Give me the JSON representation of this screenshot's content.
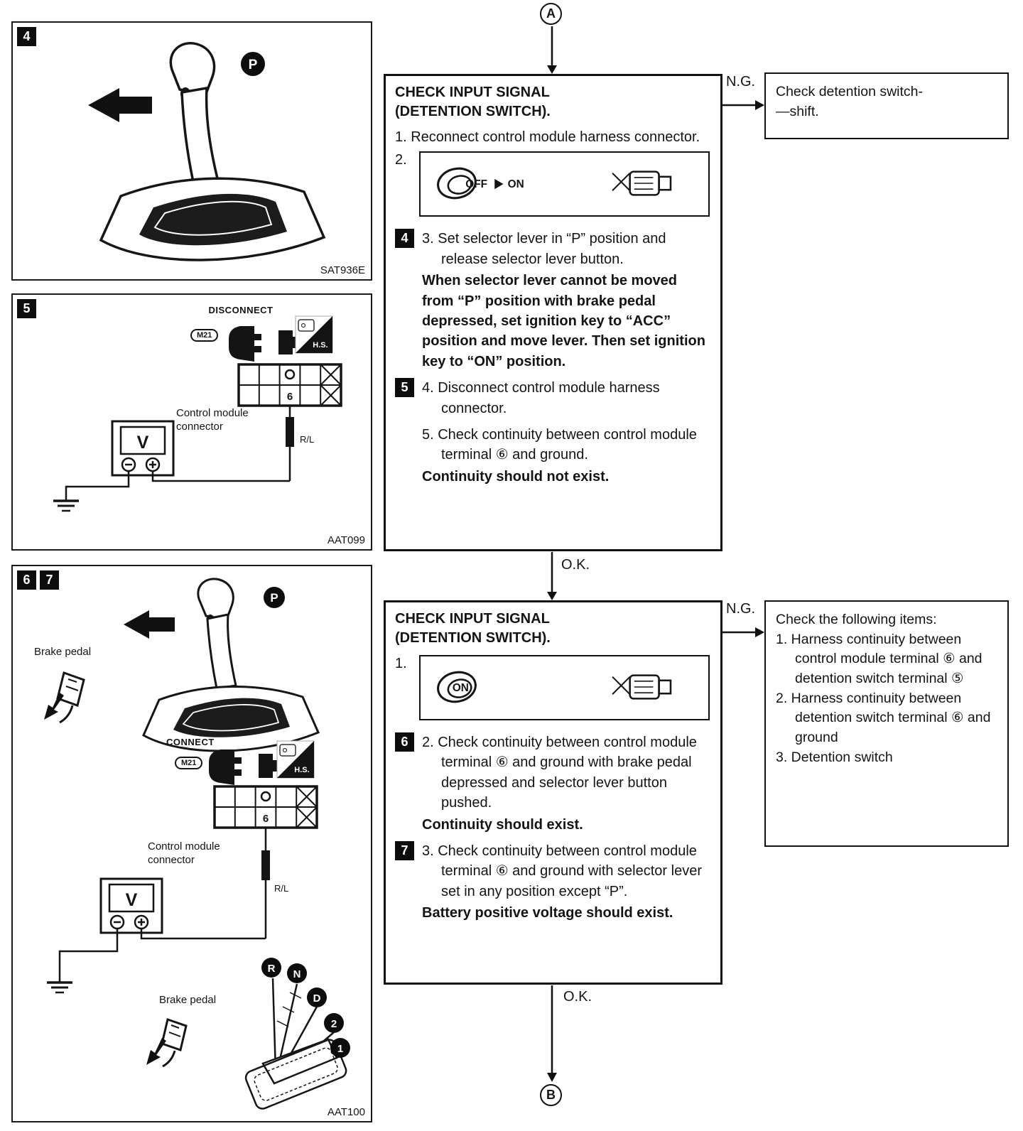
{
  "connectors": {
    "a": "A",
    "b": "B"
  },
  "labels": {
    "ng1": "N.G.",
    "ok1": "O.K.",
    "ng2": "N.G.",
    "ok2": "O.K."
  },
  "fig4": {
    "tag": "4",
    "p_badge": "P",
    "caption": "SAT936E"
  },
  "fig5": {
    "tag": "5",
    "disconnect": "DISCONNECT",
    "m21": "M21",
    "hs": "H.S.",
    "terminal": "6",
    "connector_label_1": "Control module",
    "connector_label_2": "connector",
    "meter": "V",
    "wire": "R/L",
    "caption": "AAT099"
  },
  "fig67": {
    "tag6": "6",
    "tag7": "7",
    "p_badge": "P",
    "brake_pedal_top": "Brake pedal",
    "connect": "CONNECT",
    "m21": "M21",
    "hs": "H.S.",
    "terminal": "6",
    "connector_label_1": "Control module",
    "connector_label_2": "connector",
    "meter": "V",
    "wire": "R/L",
    "brake_pedal_bottom": "Brake pedal",
    "gears": [
      "R",
      "N",
      "D",
      "2",
      "1"
    ],
    "caption": "AAT100"
  },
  "box1": {
    "title1": "CHECK INPUT SIGNAL",
    "title2": "(DETENTION SWITCH).",
    "step1": "1. Reconnect control module harness connector.",
    "step2_num": "2.",
    "ignition_off": "OFF",
    "ignition_on": "ON",
    "tag4": "4",
    "step3": "3. Set selector lever in “P” position and release selector lever button.",
    "step3_bold": "When selector lever cannot be moved from “P” position with brake pedal depressed, set ignition key to “ACC” position and move lever. Then set ignition key to “ON” position.",
    "tag5": "5",
    "step4": "4. Disconnect control module harness connector.",
    "step5": "5. Check continuity between control module terminal ⑥ and ground.",
    "step5_bold": "Continuity should not exist."
  },
  "side1": {
    "line1": "Check detention switch-",
    "line2": "—shift."
  },
  "box2": {
    "title1": "CHECK INPUT SIGNAL",
    "title2": "(DETENTION SWITCH).",
    "step1_num": "1.",
    "ignition_on": "ON",
    "tag6": "6",
    "step2": "2. Check continuity between control module terminal ⑥ and ground with brake pedal depressed and selector lever button pushed.",
    "step2_bold": "Continuity should exist.",
    "tag7": "7",
    "step3": "3. Check continuity between control module terminal ⑥ and ground with selector lever set in any position except “P”.",
    "step3_bold": "Battery positive voltage should exist."
  },
  "side2": {
    "title": "Check the following items:",
    "item1": "1. Harness continuity between control module terminal ⑥ and detention switch terminal ⑤",
    "item2": "2. Harness continuity between detention switch terminal ⑥ and ground",
    "item3": "3. Detention switch"
  }
}
